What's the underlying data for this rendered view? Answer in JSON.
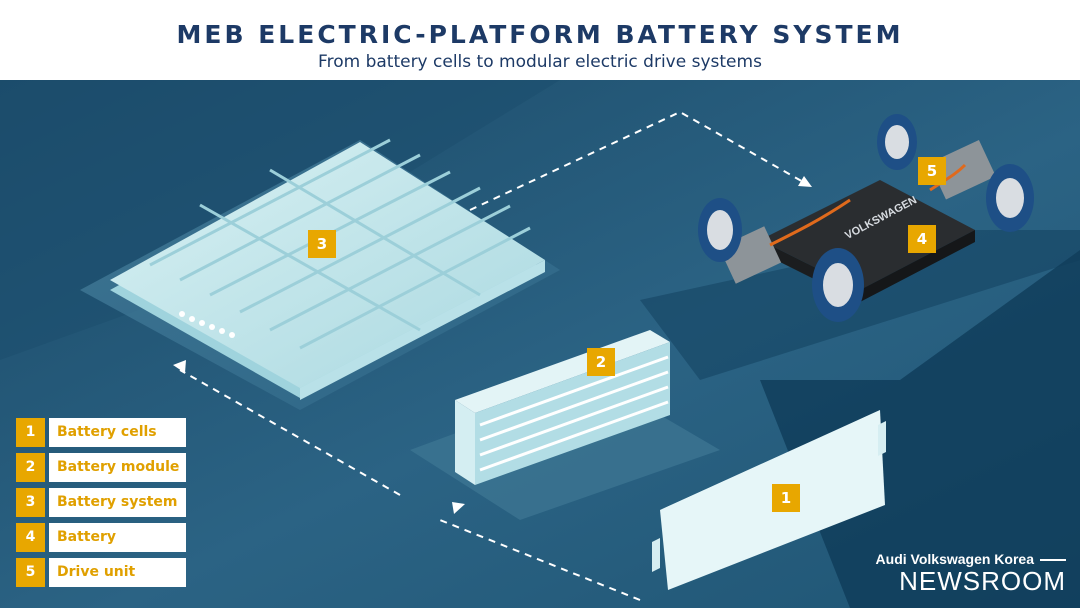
{
  "header": {
    "title": "MEB ELECTRIC-PLATFORM BATTERY SYSTEM",
    "subtitle": "From battery cells to modular electric drive systems"
  },
  "badges": {
    "b1": "1",
    "b2": "2",
    "b3": "3",
    "b4": "4",
    "b5": "5"
  },
  "legend": [
    {
      "number": "1",
      "label": "Battery cells"
    },
    {
      "number": "2",
      "label": "Battery module"
    },
    {
      "number": "3",
      "label": "Battery system"
    },
    {
      "number": "4",
      "label": "Battery"
    },
    {
      "number": "5",
      "label": "Drive unit"
    }
  ],
  "chassis_text": "VOLKSWAGEN",
  "brand": {
    "line1": "Audi Volkswagen Korea",
    "line2": "NEWSROOM"
  },
  "colors": {
    "accent": "#e8a700",
    "title": "#1d3a66",
    "background_dark": "#0f3650",
    "background_mid": "#2a5d7a"
  }
}
